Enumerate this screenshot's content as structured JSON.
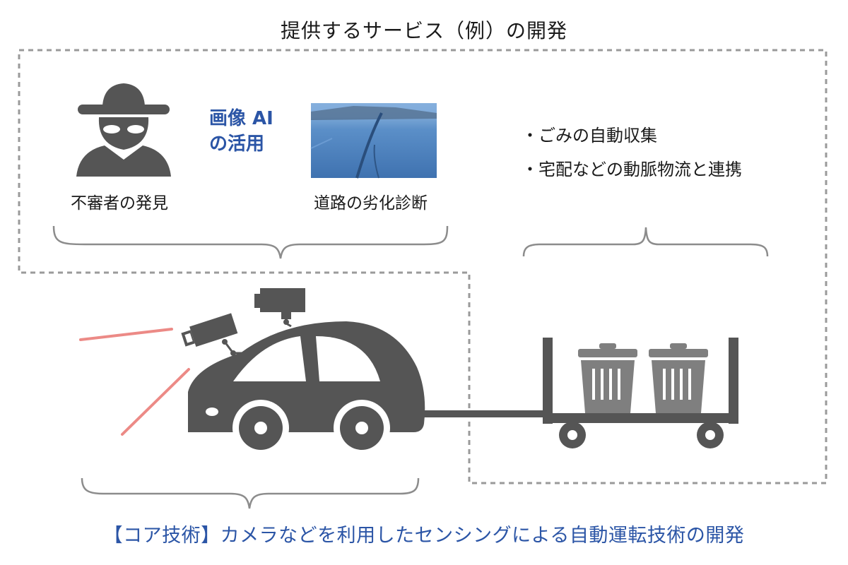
{
  "title": "提供するサービス（例）の開発",
  "ai_label_line1": "画像 AI",
  "ai_label_line2": "の活用",
  "caption_suspicious": "不審者の発見",
  "caption_road": "道路の劣化診断",
  "service_items": [
    "・ごみの自動収集",
    "・宅配などの動脈物流と連携"
  ],
  "core_technology": "【コア技術】カメラなどを利用したセンシングによる自動運転技術の開発",
  "icons": [
    "suspicious-person-icon",
    "road-photo",
    "car-icon",
    "camera-icon",
    "cart-icon",
    "trash-can-icon"
  ],
  "colors": {
    "accent_blue": "#2b55a6",
    "icon_gray": "#555555",
    "trash_gray": "#7f7f7f",
    "beam_red": "#ec8a86",
    "dashed_border": "#9a9a9a",
    "brace": "#8c8c8c"
  }
}
